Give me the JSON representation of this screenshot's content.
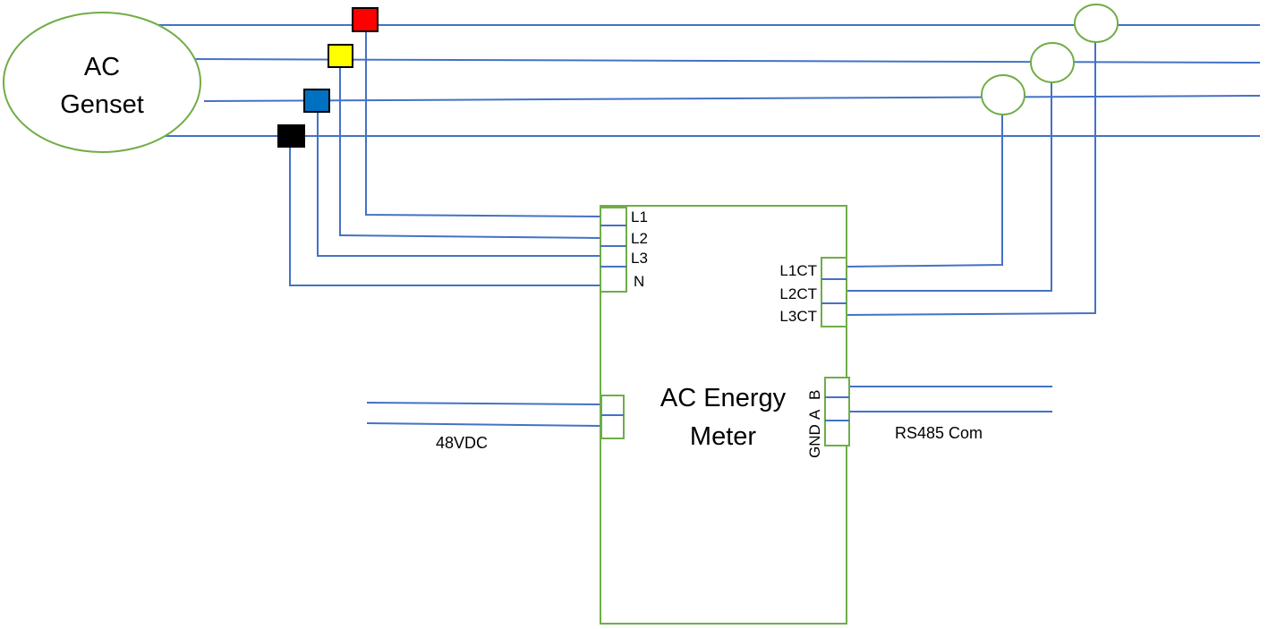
{
  "genset": {
    "label_line1": "AC",
    "label_line2": "Genset"
  },
  "meter": {
    "label_line1": "AC Energy",
    "label_line2": "Meter"
  },
  "voltage_terminals": {
    "l1": "L1",
    "l2": "L2",
    "l3": "L3",
    "n": "N"
  },
  "ct_terminals": {
    "l1ct": "L1CT",
    "l2ct": "L2CT",
    "l3ct": "L3CT"
  },
  "rs485_terminals": {
    "gnd": "GND",
    "a": "A",
    "b": "B"
  },
  "power_input": {
    "label": "48VDC"
  },
  "rs485": {
    "label": "RS485 Com"
  },
  "colors": {
    "wire": "#4472c4",
    "outline": "#70ad47",
    "phase_l1": "#ff0000",
    "phase_l2": "#ffff00",
    "phase_l3": "#0070c0",
    "neutral": "#000000"
  }
}
